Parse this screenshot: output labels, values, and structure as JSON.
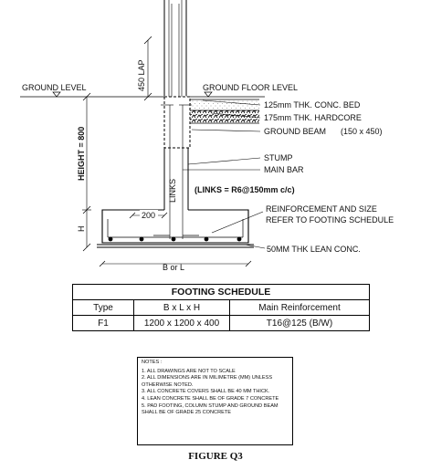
{
  "drawing": {
    "ground_level": "GROUND LEVEL",
    "ground_floor_level": "GROUND FLOOR LEVEL",
    "lap": "450 LAP",
    "height": "HEIGHT = 800",
    "h": "H",
    "links_vertical": "LINKS",
    "dim_200": "200",
    "b_or_l": "B or L",
    "links_note": "(LINKS = R6@150mm c/c)",
    "callouts": [
      "125mm THK. CONC. BED",
      "175mm THK. HARDCORE",
      "GROUND BEAM",
      "(150 x 450)",
      "STUMP",
      "MAIN BAR",
      "REINFORCEMENT AND SIZE",
      "REFER TO FOOTING SCHEDULE",
      "50MM THK LEAN CONC."
    ]
  },
  "schedule": {
    "title": "FOOTING SCHEDULE",
    "headers": [
      "Type",
      "B x L x H",
      "Main Reinforcement"
    ],
    "rows": [
      [
        "F1",
        "1200 x 1200 x 400",
        "T16@125 (B/W)"
      ]
    ]
  },
  "notes": {
    "title": "NOTES :",
    "items": [
      "1. ALL DRAWINGS ARE NOT TO SCALE",
      "2. ALL DIMENSIONS ARE IN MILIMETRE (MM) UNLESS OTHERWISE NOTED.",
      "3. ALL CONCRETE COVERS SHALL BE 40 MM THICK.",
      "4. LEAN CONCRETE SHALL BE OF GRADE 7 CONCRETE",
      "5. PAD FOOTING, COLUMN STUMP AND GROUND BEAM SHALL BE OF GRADE 25 CONCRETE"
    ]
  },
  "figure_label": "FIGURE Q3"
}
